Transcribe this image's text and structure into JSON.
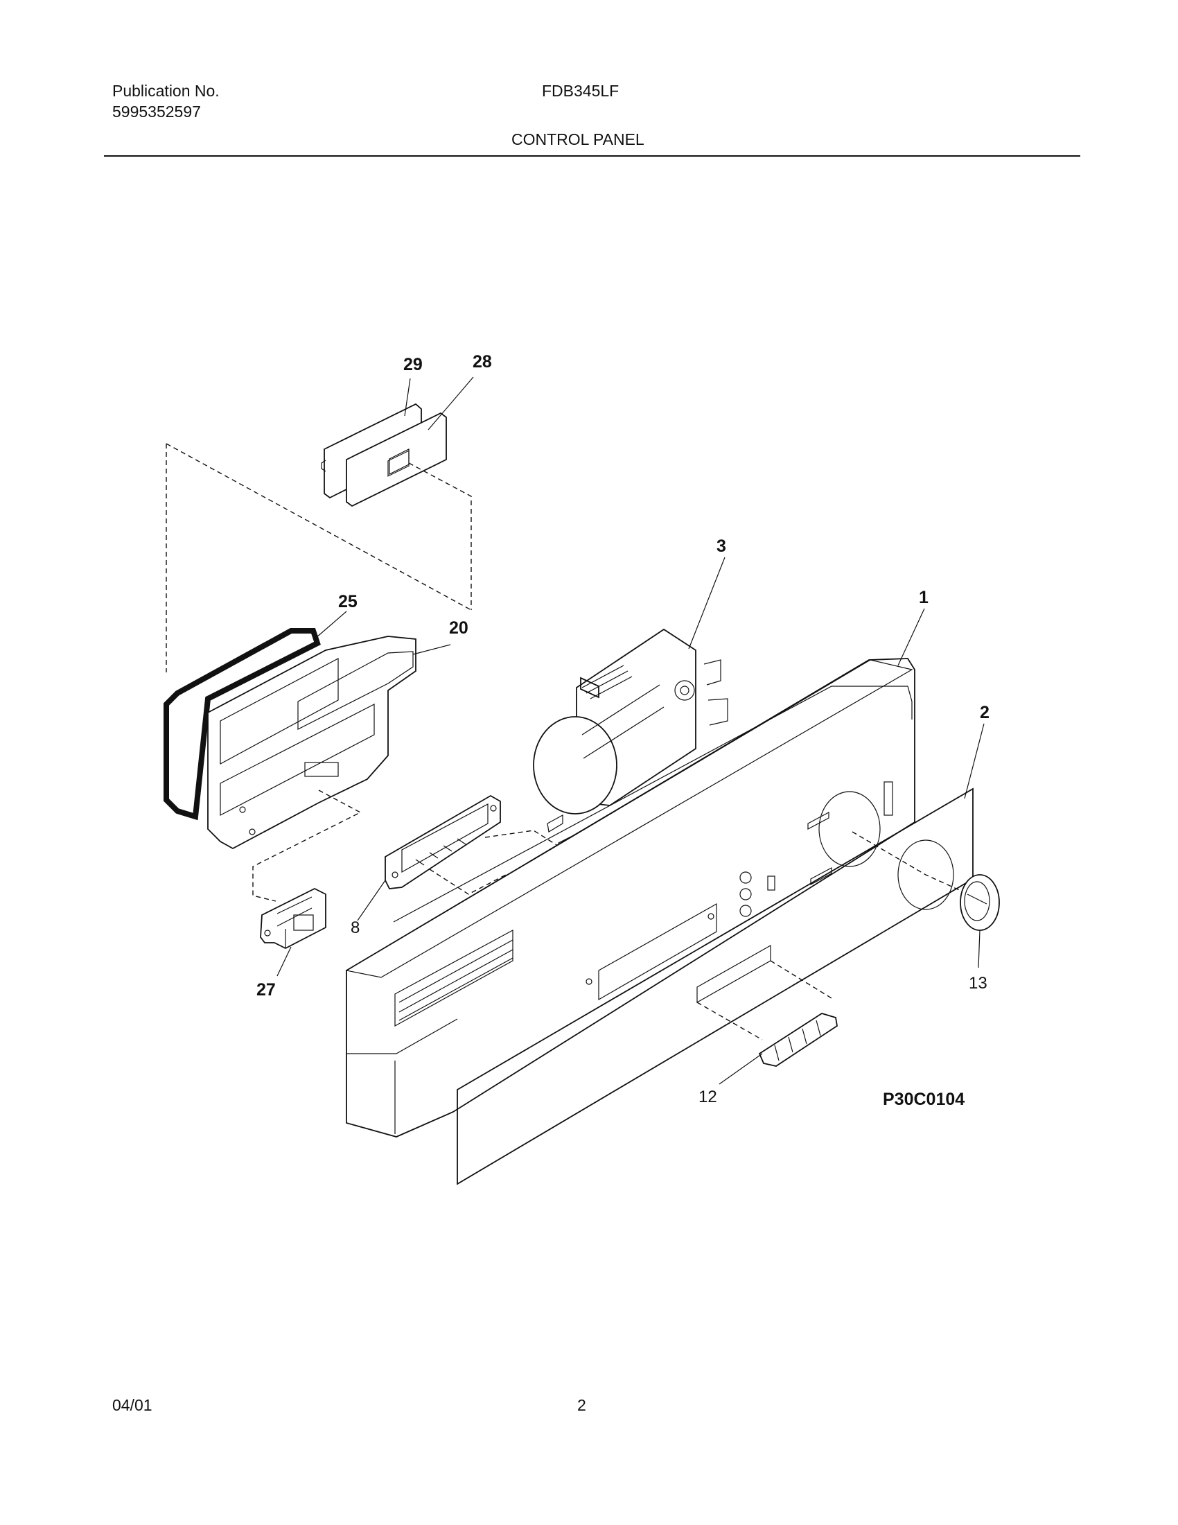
{
  "header": {
    "publication_label": "Publication No.",
    "publication_number": "5995352597",
    "model": "FDB345LF",
    "section_title": "CONTROL PANEL"
  },
  "diagram": {
    "drawing_code": "P30C0104",
    "callouts": {
      "p1": "1",
      "p2": "2",
      "p3": "3",
      "p8": "8",
      "p12": "12",
      "p13": "13",
      "p20": "20",
      "p25": "25",
      "p27": "27",
      "p28": "28",
      "p29": "29"
    }
  },
  "footer": {
    "date": "04/01",
    "page_number": "2"
  }
}
